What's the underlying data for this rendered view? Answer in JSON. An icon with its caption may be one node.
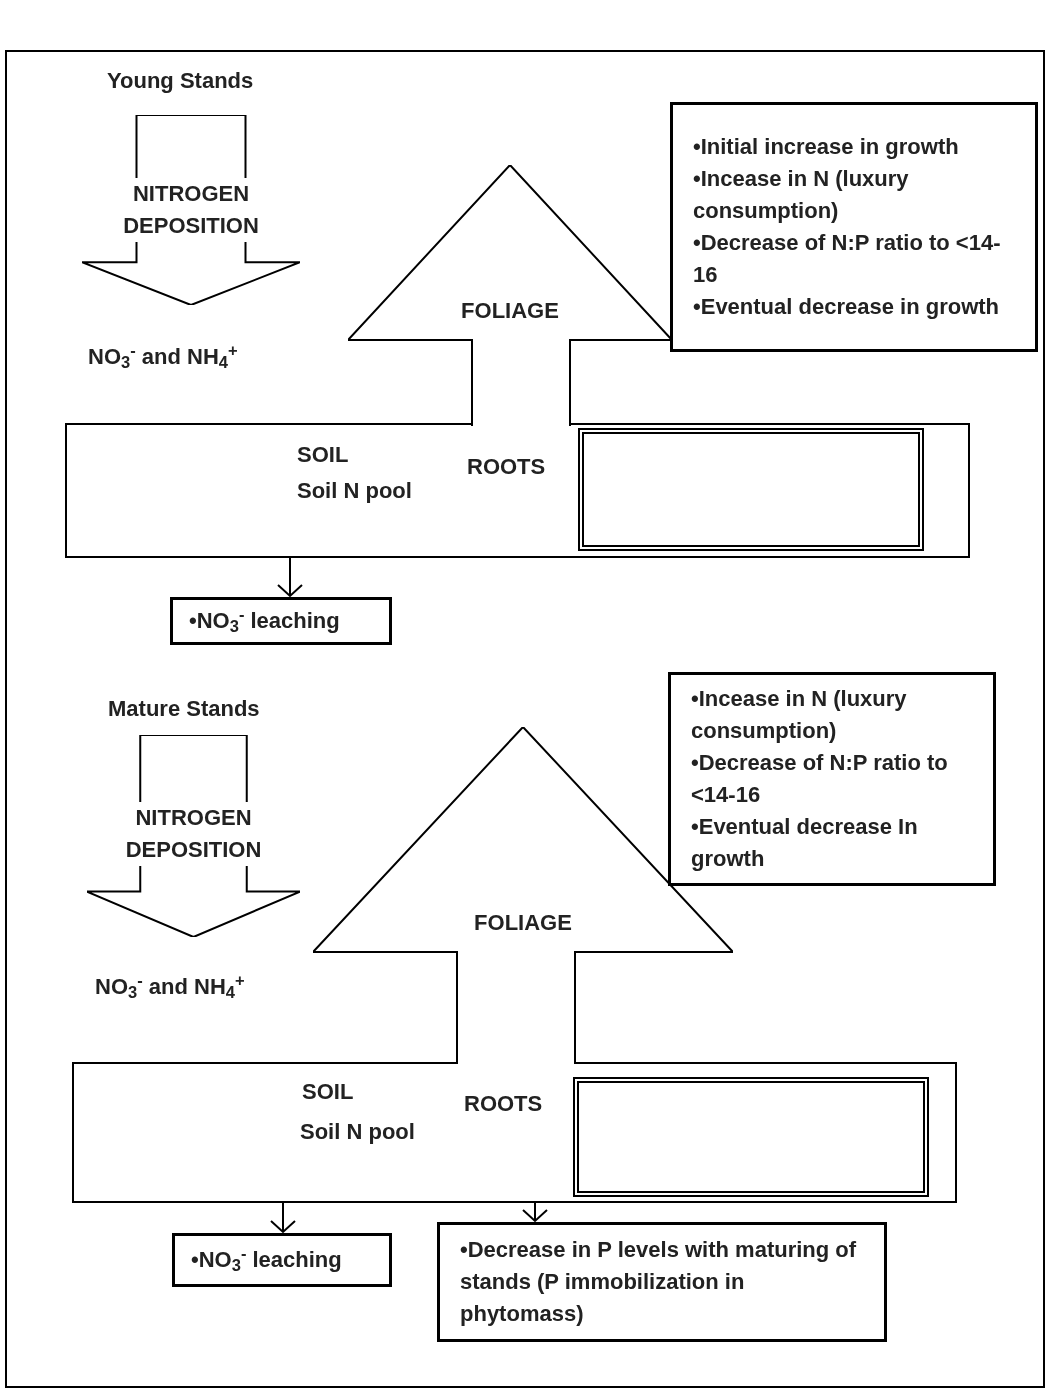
{
  "diagram": {
    "nodes": [
      {
        "text": [
          "NITROGEN DEPOSITION"
        ]
      },
      {
        "text": [
          "FOLIAGE"
        ]
      },
      {
        "text": [
          "•Initial increase in growth",
          "•Incease in N (luxury consumption)",
          "•Decrease of N:P ratio to <14-16",
          "•Eventual decrease in growth"
        ]
      },
      {
        "text": [
          "SOIL",
          "Soil N pool",
          "ROOTS"
        ]
      },
      {
        "text": [],
        "shape": "box",
        "in": 3
      },
      {
        "text": [
          "•NO$_{3}$$^{-}$ leaching"
        ]
      },
      {
        "text": [
          "NITROGEN DEPOSITION"
        ]
      },
      {
        "text": [
          "FOLIAGE"
        ]
      },
      {
        "text": [
          "•Incease in N (luxury consumption)",
          "•Decrease of N:P ratio to <14-16",
          "•Eventual decrease In growth"
        ]
      },
      {
        "text": [
          "SOIL",
          "Soil N pool",
          "ROOTS"
        ]
      },
      {
        "text": [],
        "shape": "box",
        "in": 9
      },
      {
        "text": [
          "•NO$_{3}$$^{-}$ leaching"
        ]
      },
      {
        "text": [
          "•Decrease in P levels with maturing of stands (P immobilization in phytomass)"
        ]
      }
    ],
    "edges": [
      {
        "from": 3,
        "to": 5,
        "arrow": "to"
      },
      {
        "from": 9,
        "to": 11,
        "arrow": "to"
      },
      {
        "from": 9,
        "to": 12,
        "arrow": "to"
      }
    ],
    "labels": [
      "Young Stands",
      "NO$_{3}$$^{-}$ and NH$_{4}$$^{+}$",
      "Mature Stands",
      "NO$_{3}$$^{-}$ and NH$_{4}$$^{+}$"
    ]
  }
}
